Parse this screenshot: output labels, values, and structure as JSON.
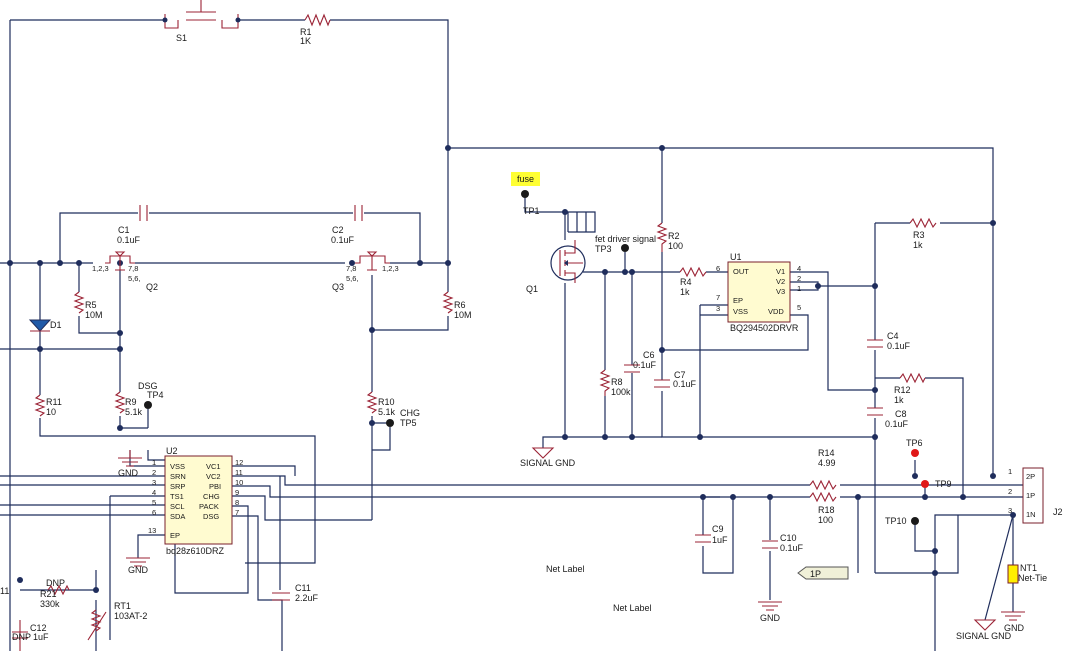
{
  "components": {
    "s1": {
      "ref": "S1"
    },
    "r1": {
      "ref": "R1",
      "value": "1K"
    },
    "c1": {
      "ref": "C1",
      "value": "0.1uF"
    },
    "c2": {
      "ref": "C2",
      "value": "0.1uF"
    },
    "q2": {
      "ref": "Q2",
      "pins_left": "1,2,3",
      "pins_right": "7,8",
      "pins_right2": "5,6,"
    },
    "q3": {
      "ref": "Q3",
      "pins_left": "7,8",
      "pins_left2": "5,6,",
      "pins_right": "1,2,3"
    },
    "r5": {
      "ref": "R5",
      "value": "10M"
    },
    "r6": {
      "ref": "R6",
      "value": "10M"
    },
    "d1": {
      "ref": "D1"
    },
    "r11": {
      "ref": "R11",
      "value": "10"
    },
    "r9": {
      "ref": "R9",
      "value": "5.1k"
    },
    "r10": {
      "ref": "R10",
      "value": "5.1k"
    },
    "tp4": {
      "ref": "TP4",
      "net": "DSG"
    },
    "tp5": {
      "ref": "TP5",
      "net": "CHG"
    },
    "u2": {
      "ref": "U2",
      "part": "bq28z610DRZ",
      "left_pins": [
        {
          "num": "1",
          "name": "VSS"
        },
        {
          "num": "2",
          "name": "SRN"
        },
        {
          "num": "3",
          "name": "SRP"
        },
        {
          "num": "4",
          "name": "TS1"
        },
        {
          "num": "5",
          "name": "SCL"
        },
        {
          "num": "6",
          "name": "SDA"
        }
      ],
      "right_pins": [
        {
          "num": "12",
          "name": "VC1"
        },
        {
          "num": "11",
          "name": "VC2"
        },
        {
          "num": "10",
          "name": "PBI"
        },
        {
          "num": "9",
          "name": "CHG"
        },
        {
          "num": "8",
          "name": "PACK"
        },
        {
          "num": "7",
          "name": "DSG"
        }
      ],
      "ep_num": "13",
      "ep_name": "EP"
    },
    "c11": {
      "ref": "C11",
      "value": "2.2uF"
    },
    "rt1": {
      "ref": "RT1",
      "value": "103AT-2"
    },
    "r21": {
      "ref": "R21",
      "value": "330k",
      "dnp": "DNP"
    },
    "c12": {
      "ref": "C12",
      "value": "1uF",
      "dnp": "DNP"
    },
    "edge_label": "11",
    "fuse": {
      "label": "fuse",
      "ref": "TP1"
    },
    "q1": {
      "ref": "Q1"
    },
    "tp3": {
      "ref": "TP3",
      "net": "fet driver signal"
    },
    "r2": {
      "ref": "R2",
      "value": "100"
    },
    "r4": {
      "ref": "R4",
      "value": "1k"
    },
    "r8": {
      "ref": "R8",
      "value": "100k"
    },
    "c6": {
      "ref": "C6",
      "value": "0.1uF"
    },
    "c7": {
      "ref": "C7",
      "value": "0.1uF"
    },
    "u1": {
      "ref": "U1",
      "part": "BQ294502DRVR",
      "left_pins": [
        {
          "num": "6",
          "name": "OUT"
        },
        {
          "num": "7",
          "name": "EP"
        },
        {
          "num": "3",
          "name": "VSS"
        }
      ],
      "right_pins": [
        {
          "num": "4",
          "name": "V1"
        },
        {
          "num": "2",
          "name": "V2"
        },
        {
          "num": "1",
          "name": "V3"
        },
        {
          "num": "5",
          "name": "VDD"
        }
      ]
    },
    "r3": {
      "ref": "R3",
      "value": "1k"
    },
    "c4": {
      "ref": "C4",
      "value": "0.1uF"
    },
    "r12": {
      "ref": "R12",
      "value": "1k"
    },
    "c8": {
      "ref": "C8",
      "value": "0.1uF"
    },
    "tp6": {
      "ref": "TP6"
    },
    "tp9": {
      "ref": "TP9"
    },
    "tp10": {
      "ref": "TP10"
    },
    "r14": {
      "ref": "R14",
      "value": "4.99"
    },
    "r18": {
      "ref": "R18",
      "value": "100"
    },
    "c9": {
      "ref": "C9",
      "value": "1uF"
    },
    "c10": {
      "ref": "C10",
      "value": "0.1uF"
    },
    "j2": {
      "ref": "J2",
      "pins": [
        {
          "num": "1",
          "name": "2P"
        },
        {
          "num": "2",
          "name": "1P"
        },
        {
          "num": "3",
          "name": "1N"
        }
      ]
    },
    "nt1": {
      "ref": "NT1",
      "value": "Net-Tie"
    }
  },
  "net_labels": {
    "signal_gnd_1": "SIGNAL GND",
    "signal_gnd_2": "SIGNAL GND",
    "gnd_1": "GND",
    "gnd_2": "GND",
    "gnd_3": "GND",
    "gnd_4": "GND",
    "port_1p": "1P",
    "net_label_1": "Net Label",
    "net_label_2": "Net Label"
  },
  "colors": {
    "wire": "#1f2d5c",
    "component": "#9b2335",
    "ic_fill": "#fffbd0",
    "fuse_highlight": "#ffff33",
    "test_point_red": "#e01818"
  }
}
